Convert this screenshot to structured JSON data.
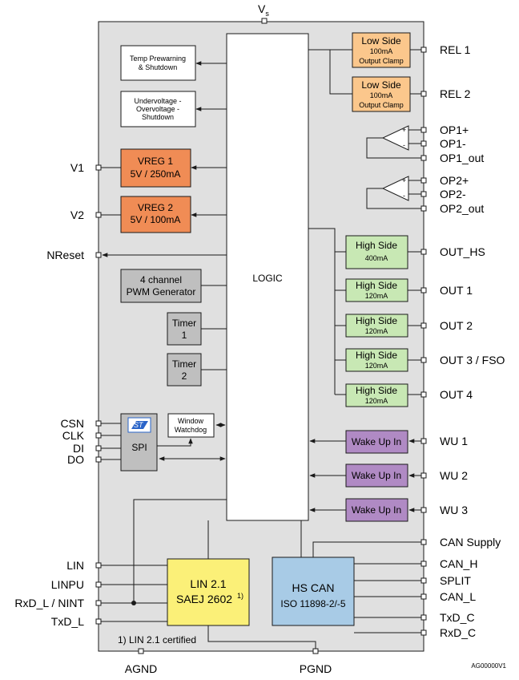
{
  "supply": {
    "vs": "V",
    "vs_sub": "s"
  },
  "bottom": {
    "agnd": "AGND",
    "pgnd": "PGND",
    "ref": "AG00000V1",
    "footnote": "1) LIN 2.1 certified"
  },
  "logic": {
    "label": "LOGIC"
  },
  "blocks": {
    "temp": [
      "Temp Prewarning",
      "& Shutdown"
    ],
    "uv": [
      "Undervoltage -",
      "Overvoltage -",
      "Shutdown"
    ],
    "vreg1": [
      "VREG 1",
      "5V / 250mA"
    ],
    "vreg2": [
      "VREG 2",
      "5V / 100mA"
    ],
    "pwm": [
      "4 channel",
      "PWM Generator"
    ],
    "timer1": [
      "Timer",
      "1"
    ],
    "timer2": [
      "Timer",
      "2"
    ],
    "wwd": [
      "Window",
      "Watchdog"
    ],
    "spi": "SPI",
    "lowside": [
      "Low Side",
      "100mA",
      "Output Clamp"
    ],
    "highside_out_hs": [
      "High Side",
      "400mA"
    ],
    "highside": [
      "High Side",
      "120mA"
    ],
    "wakeup": "Wake Up In",
    "lin": [
      "LIN 2.1",
      "SAEJ 2602",
      "1)"
    ],
    "can": [
      "HS CAN",
      "ISO 11898-2/-5"
    ]
  },
  "left_pins": {
    "v1": "V1",
    "v2": "V2",
    "nreset": "NReset",
    "csn": "CSN",
    "clk": "CLK",
    "di": "DI",
    "do": "DO",
    "lin": "LIN",
    "linpu": "LINPU",
    "rxd_l": "RxD_L / NINT",
    "txd_l": "TxD_L"
  },
  "right_pins": {
    "rel1": "REL 1",
    "rel2": "REL 2",
    "op1p": "OP1+",
    "op1m": "OP1-",
    "op1o": "OP1_out",
    "op2p": "OP2+",
    "op2m": "OP2-",
    "op2o": "OP2_out",
    "out_hs": "OUT_HS",
    "out1": "OUT 1",
    "out2": "OUT 2",
    "out3": "OUT 3 / FSO",
    "out4": "OUT 4",
    "wu1": "WU 1",
    "wu2": "WU 2",
    "wu3": "WU 3",
    "can_supply": "CAN Supply",
    "can_h": "CAN_H",
    "split": "SPLIT",
    "can_l": "CAN_L",
    "txd_c": "TxD_C",
    "rxd_c": "RxD_C"
  },
  "opamp_signs": {
    "plus": "+",
    "minus": "-"
  },
  "colors": {
    "chip": "#e0e0e0",
    "vreg": "#f08c55",
    "lowside": "#fbc78c",
    "highside": "#c8e8b4",
    "wakeup": "#b08ac4",
    "gray": "#bfbfbf",
    "lin": "#fbf078",
    "can": "#a8cbe6"
  }
}
